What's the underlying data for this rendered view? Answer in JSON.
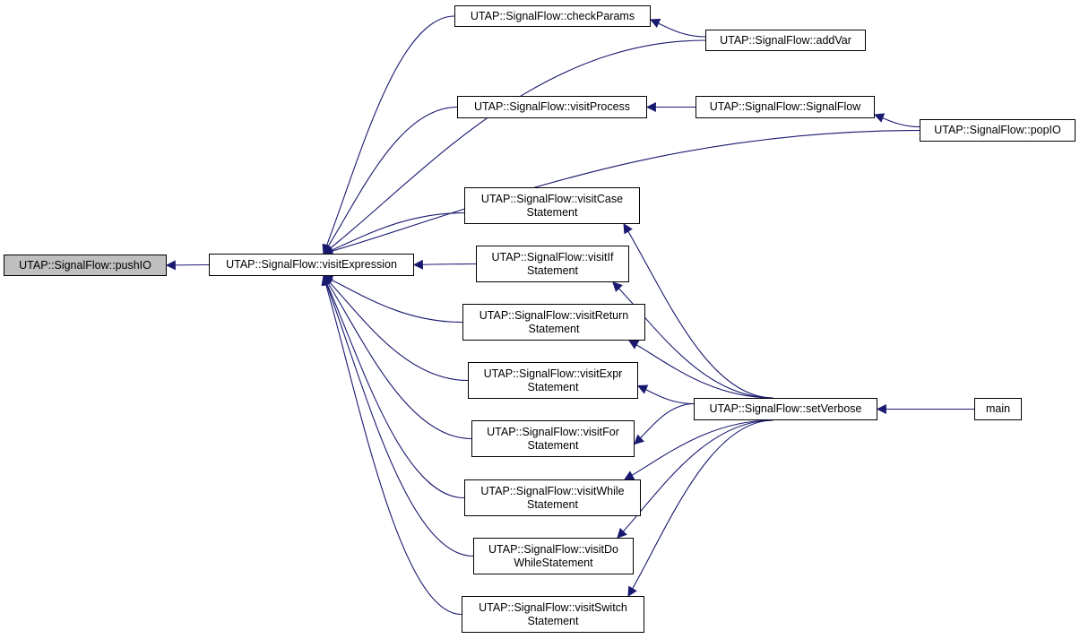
{
  "colors": {
    "edge": "#191970",
    "node_border": "#000000",
    "node_fill": "#ffffff",
    "focus_fill": "#bfbfbf"
  },
  "nodes": {
    "pushIO": {
      "lines": [
        "UTAP::SignalFlow::pushIO"
      ]
    },
    "visitExpression": {
      "lines": [
        "UTAP::SignalFlow::visitExpression"
      ]
    },
    "checkParams": {
      "lines": [
        "UTAP::SignalFlow::checkParams"
      ]
    },
    "addVar": {
      "lines": [
        "UTAP::SignalFlow::addVar"
      ]
    },
    "visitProcess": {
      "lines": [
        "UTAP::SignalFlow::visitProcess"
      ]
    },
    "signalFlow": {
      "lines": [
        "UTAP::SignalFlow::SignalFlow"
      ]
    },
    "popIO": {
      "lines": [
        "UTAP::SignalFlow::popIO"
      ]
    },
    "visitCase": {
      "lines": [
        "UTAP::SignalFlow::visitCase",
        "Statement"
      ]
    },
    "visitIf": {
      "lines": [
        "UTAP::SignalFlow::visitIf",
        "Statement"
      ]
    },
    "visitReturn": {
      "lines": [
        "UTAP::SignalFlow::visitReturn",
        "Statement"
      ]
    },
    "visitExpr": {
      "lines": [
        "UTAP::SignalFlow::visitExpr",
        "Statement"
      ]
    },
    "visitFor": {
      "lines": [
        "UTAP::SignalFlow::visitFor",
        "Statement"
      ]
    },
    "visitWhile": {
      "lines": [
        "UTAP::SignalFlow::visitWhile",
        "Statement"
      ]
    },
    "visitDoWhile": {
      "lines": [
        "UTAP::SignalFlow::visitDo",
        "WhileStatement"
      ]
    },
    "visitSwitch": {
      "lines": [
        "UTAP::SignalFlow::visitSwitch",
        "Statement"
      ]
    },
    "setVerbose": {
      "lines": [
        "UTAP::SignalFlow::setVerbose"
      ]
    },
    "main": {
      "lines": [
        "main"
      ]
    }
  },
  "edges": [
    {
      "from": "visitExpression",
      "to": "pushIO"
    },
    {
      "from": "checkParams",
      "to": "visitExpression"
    },
    {
      "from": "addVar",
      "to": "checkParams"
    },
    {
      "from": "addVar",
      "to": "visitExpression"
    },
    {
      "from": "visitProcess",
      "to": "visitExpression"
    },
    {
      "from": "signalFlow",
      "to": "visitProcess"
    },
    {
      "from": "popIO",
      "to": "signalFlow"
    },
    {
      "from": "popIO",
      "to": "visitExpression"
    },
    {
      "from": "visitCase",
      "to": "visitExpression"
    },
    {
      "from": "visitIf",
      "to": "visitExpression"
    },
    {
      "from": "visitReturn",
      "to": "visitExpression"
    },
    {
      "from": "visitExpr",
      "to": "visitExpression"
    },
    {
      "from": "visitFor",
      "to": "visitExpression"
    },
    {
      "from": "visitWhile",
      "to": "visitExpression"
    },
    {
      "from": "visitDoWhile",
      "to": "visitExpression"
    },
    {
      "from": "visitSwitch",
      "to": "visitExpression"
    },
    {
      "from": "setVerbose",
      "to": "visitCase"
    },
    {
      "from": "setVerbose",
      "to": "visitIf"
    },
    {
      "from": "setVerbose",
      "to": "visitReturn"
    },
    {
      "from": "setVerbose",
      "to": "visitExpr"
    },
    {
      "from": "setVerbose",
      "to": "visitFor"
    },
    {
      "from": "setVerbose",
      "to": "visitWhile"
    },
    {
      "from": "setVerbose",
      "to": "visitDoWhile"
    },
    {
      "from": "setVerbose",
      "to": "visitSwitch"
    },
    {
      "from": "main",
      "to": "setVerbose"
    }
  ]
}
